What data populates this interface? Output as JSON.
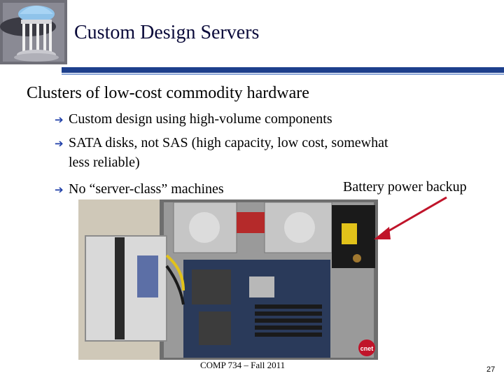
{
  "slide": {
    "title": "Custom Design Servers",
    "heading": "Clusters of low-cost commodity hardware",
    "bullets": [
      "Custom design using high-volume components",
      "SATA disks, not SAS (high capacity, low cost, somewhat",
      "No “server-class” machines"
    ],
    "bullet_continuation": "less reliable)",
    "callout": "Battery power backup",
    "footer": "COMP 734 – Fall 2011",
    "page_number": "27",
    "photo_badge": "cnet"
  },
  "colors": {
    "title_rule": "#1d3f8c",
    "bullet_arrow": "#1f3fa8",
    "callout_arrow": "#c0142a"
  },
  "icons": {
    "logo": "old-well-logo-icon",
    "bullet": "arrow-right-icon",
    "callout": "red-arrow-icon"
  }
}
